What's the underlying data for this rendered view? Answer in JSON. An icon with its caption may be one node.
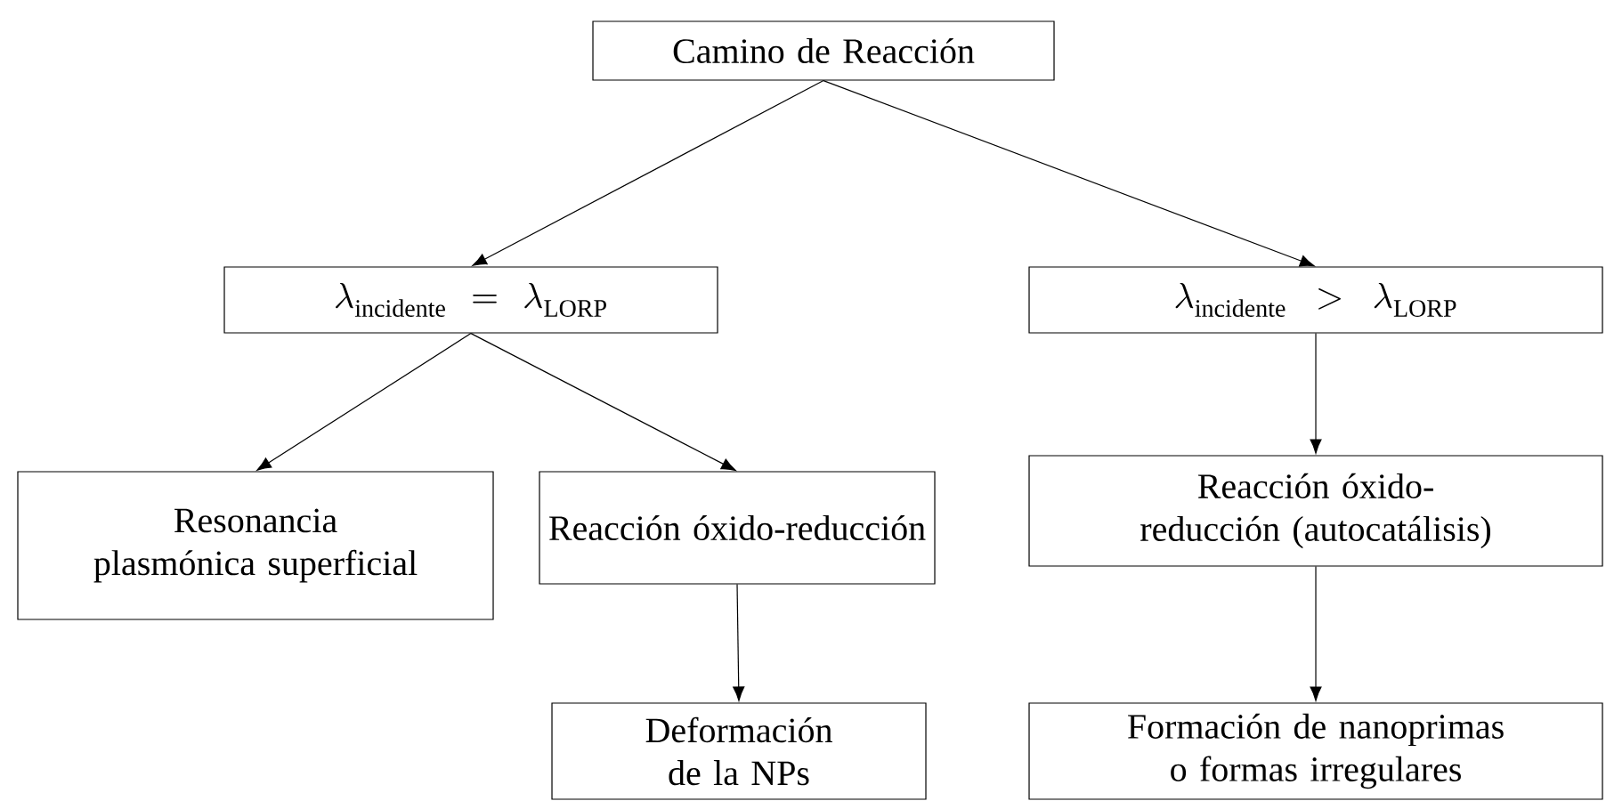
{
  "diagram": {
    "nodes": [
      {
        "text": [
          "Camino de Reacción"
        ]
      },
      {
        "text": [
          "\\lambda_{\\mathrm{incidente}} = \\lambda_{\\mathrm{LORP}}"
        ]
      },
      {
        "text": [
          "\\lambda_{\\mathrm{incidente}} > \\lambda_{\\mathrm{LORP}}"
        ]
      },
      {
        "text": [
          "Resonancia plasmónica superficial"
        ]
      },
      {
        "text": [
          "Reacción óxido-reducción"
        ]
      },
      {
        "text": [
          "Reacción óxido-reducción (autocatálisis)"
        ]
      },
      {
        "text": [
          "Deformación de la NPs"
        ]
      },
      {
        "text": [
          "Formación de nanoprimas o formas irregulares"
        ]
      }
    ],
    "edges": [
      {
        "from": 0,
        "to": 1,
        "arrow": "to"
      },
      {
        "from": 0,
        "to": 2,
        "arrow": "to"
      },
      {
        "from": 1,
        "to": 3,
        "arrow": "to"
      },
      {
        "from": 1,
        "to": 4,
        "arrow": "to"
      },
      {
        "from": 2,
        "to": 5,
        "arrow": "to"
      },
      {
        "from": 4,
        "to": 6,
        "arrow": "to"
      },
      {
        "from": 5,
        "to": 7,
        "arrow": "to"
      }
    ]
  }
}
